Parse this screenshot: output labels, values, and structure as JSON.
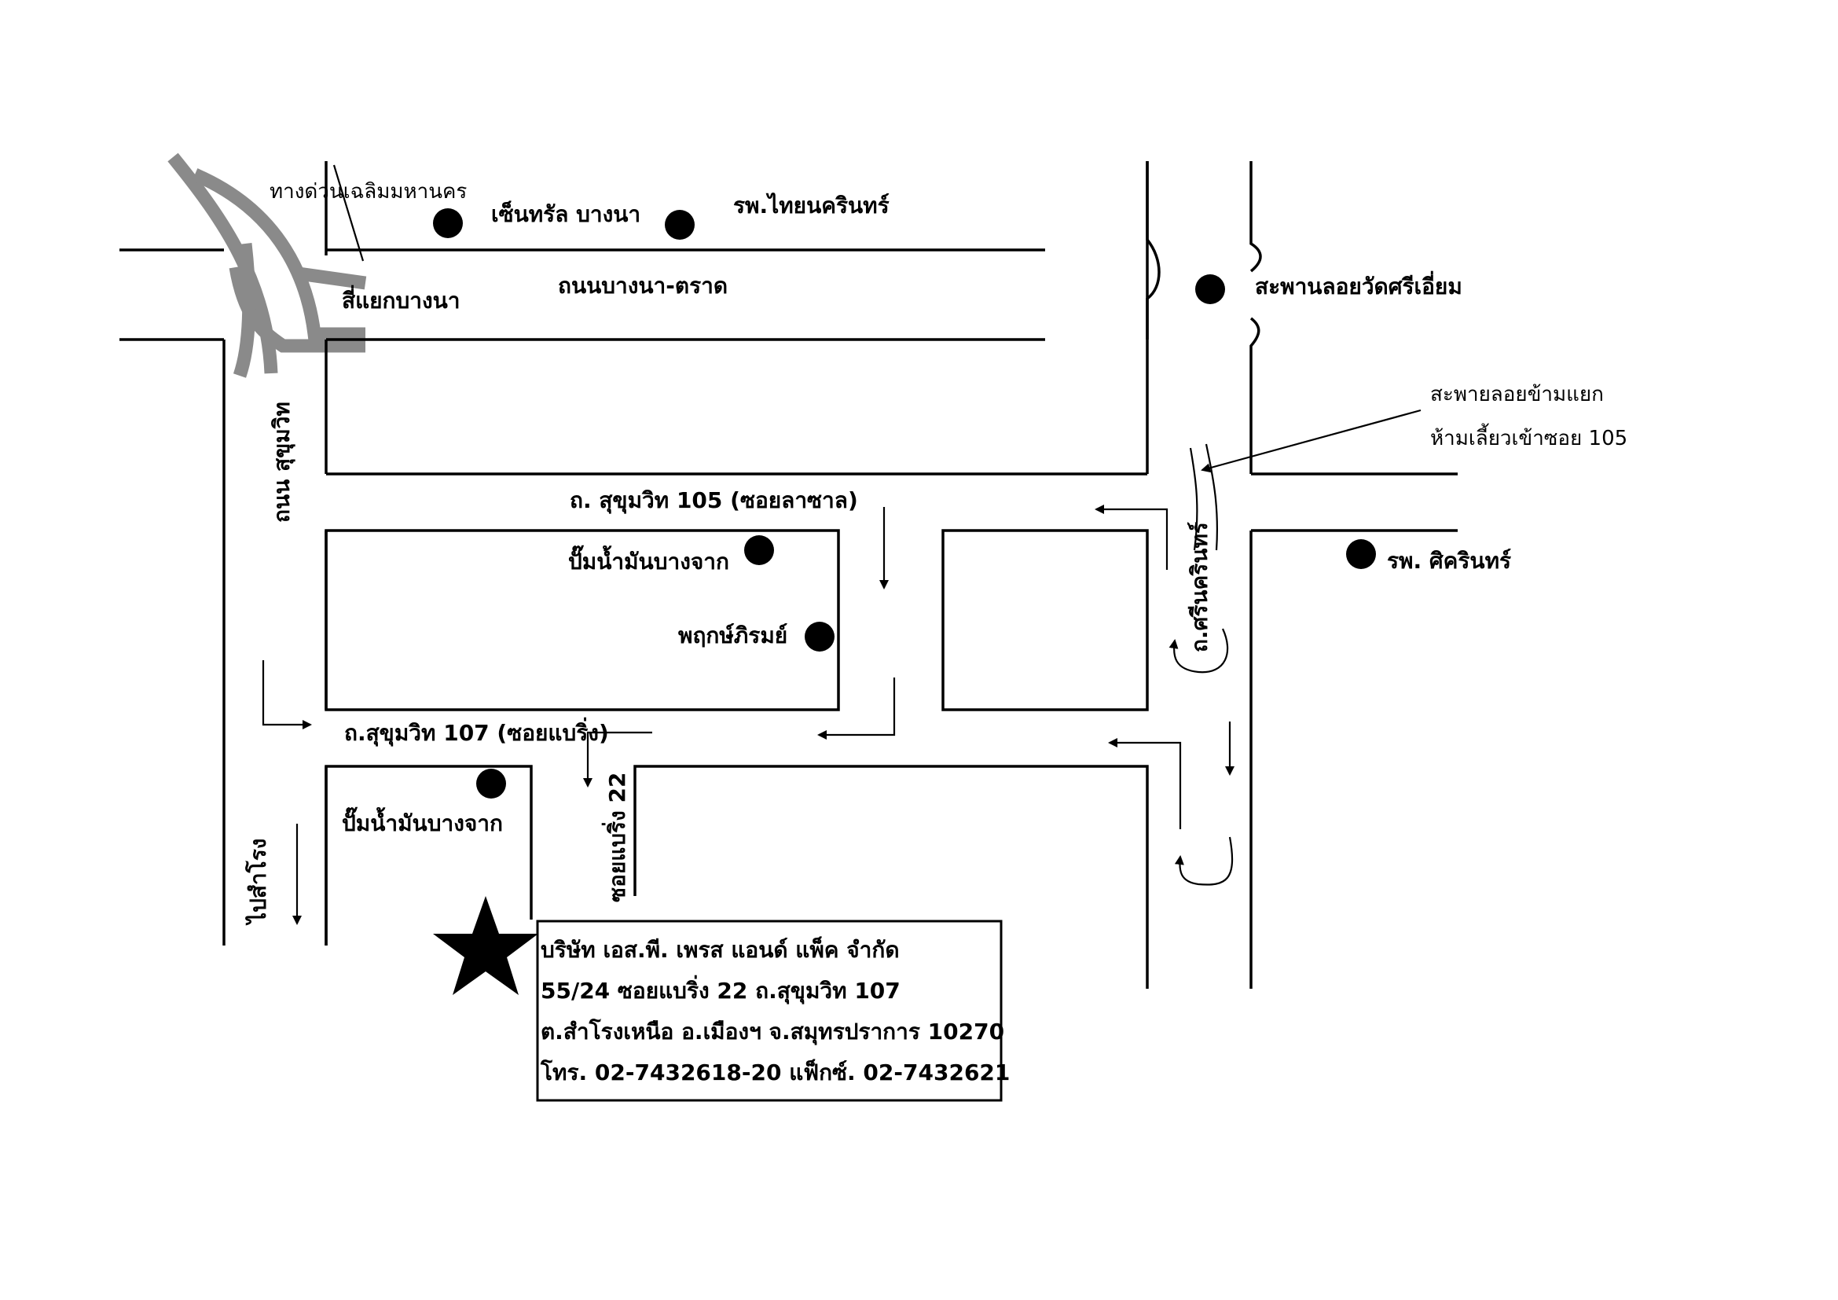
{
  "labels": {
    "expressway": "ทางด่วนเฉลิมมหานคร",
    "central_bangna": "เซ็นทรัล บางนา",
    "thainakarin_hospital": "รพ.ไทยนครินทร์",
    "bangna_intersection": "สี่แยกบางนา",
    "bangna_trad_road": "ถนนบางนา-ตราด",
    "wat_sri_iam_bridge": "สะพานลอยวัดศรีเอี่ยม",
    "flyover_note_1": "สะพายลอยข้ามแยก",
    "flyover_note_2": "ห้ามเลี้ยวเข้าซอย 105",
    "sukhumvit_road": "ถนน สุขุมวิท",
    "soi_105": "ถ. สุขุมวิท 105 (ซอยลาซาล)",
    "gas_station_1": "ปั๊มน้ำมันบางจาก",
    "pruksa_rom": "พฤกษ์ภิรมย์",
    "srinakarin_road": "ถ.ศรีนครินทร์",
    "sikarin_hospital": "รพ. ศิครินทร์",
    "soi_107": "ถ.สุขุมวิท 107 (ซอยแบริ่ง)",
    "gas_station_2": "ปั๊มน้ำมันบางจาก",
    "soi_bearing_22": "ซอยแบริ่ง 22",
    "to_samrong": "ไปสำโรง"
  },
  "company": {
    "name": "บริษัท เอส.พี. เพรส แอนด์ แพ็ค จำกัด",
    "address_1": "55/24 ซอยแบริ่ง 22 ถ.สุขุมวิท 107",
    "address_2": "ต.สำโรงเหนือ อ.เมืองฯ จ.สมุทรปราการ 10270",
    "phone": "โทร. 02-7432618-20 แฟ็กซ์. 02-7432621"
  },
  "colors": {
    "expressway": "#8a8a8a",
    "ink": "#000000",
    "background": "#ffffff"
  },
  "icons": {
    "landmark": "filled-circle",
    "destination": "star-icon"
  }
}
